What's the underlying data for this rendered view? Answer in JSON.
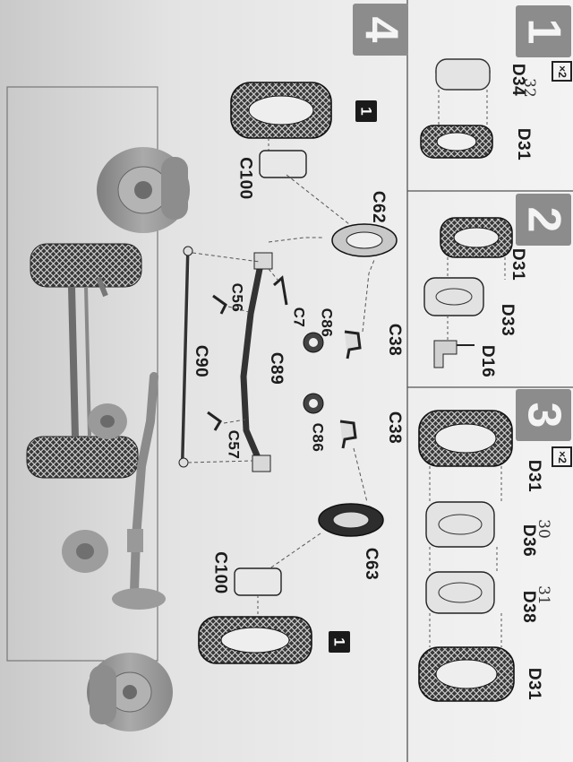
{
  "steps": {
    "s1": {
      "number": "1",
      "multiplier": "×2"
    },
    "s2": {
      "number": "2"
    },
    "s3": {
      "number": "3",
      "multiplier": "×2"
    },
    "s4": {
      "number": "4"
    }
  },
  "parts": {
    "s1_d34": "D34",
    "s1_d34_hand": "32",
    "s1_d31": "D31",
    "s2_d31": "D31",
    "s2_d33": "D33",
    "s2_d16": "D16",
    "s3_d31_top": "D31",
    "s3_d36": "D36",
    "s3_d36_hand": "30",
    "s3_d38": "D38",
    "s3_d38_hand": "31",
    "s3_d31_bottom": "D31",
    "s4_c100_top": "C100",
    "s4_c62": "C62",
    "s4_c56": "C56",
    "s4_c7": "C7",
    "s4_c86_top": "C86",
    "s4_c38_top": "C38",
    "s4_c90": "C90",
    "s4_c89": "C89",
    "s4_c86_bottom": "C86",
    "s4_c38_bottom": "C38",
    "s4_c57": "C57",
    "s4_c63": "C63",
    "s4_c100_bottom": "C100"
  },
  "refs": {
    "top": "1",
    "bottom": "1"
  },
  "colors": {
    "ink": "#1c1c1c",
    "step_box": "#8c8c8c",
    "tire": "#2a2a2a",
    "plastic": "#9a9a9a"
  }
}
